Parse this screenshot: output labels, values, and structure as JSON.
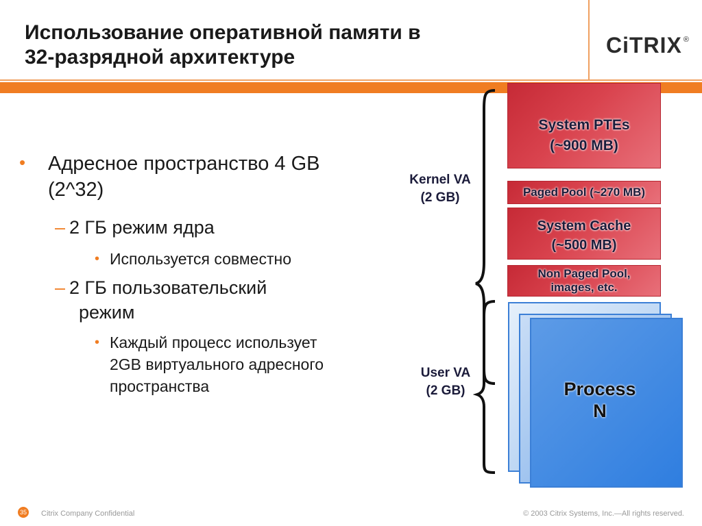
{
  "title": {
    "line1": "Использование оперативной памяти в",
    "line2": "32-разрядной архитектуре"
  },
  "logo": {
    "text": "CiTRIX",
    "mark": "®"
  },
  "bullets": {
    "main_line1": "Адресное пространство 4 GB",
    "main_line2": "(2^32)",
    "kernel_mode": "2 ГБ режим ядра",
    "kernel_sub": "Используется совместно",
    "user_mode_line1": "2 ГБ пользовательский",
    "user_mode_line2": "режим",
    "user_sub_line1": "Каждый процесс использует",
    "user_sub_line2": "2GB виртуального адресного",
    "user_sub_line3": "пространства"
  },
  "diagram": {
    "kernel_label_line1": "Kernel VA",
    "kernel_label_line2": "(2 GB)",
    "user_label_line1": "User VA",
    "user_label_line2": "(2 GB)",
    "system_ptes_line1": "System PTEs",
    "system_ptes_line2": "(~900 MB)",
    "paged_pool": "Paged Pool (~270 MB)",
    "system_cache_line1": "System Cache",
    "system_cache_line2": "(~500 MB)",
    "nonpaged_line1": "Non Paged Pool,",
    "nonpaged_line2": "images, etc.",
    "process_line1": "Process",
    "process_line2": "N"
  },
  "footer": {
    "page": "35",
    "left": "Citrix Company Confidential",
    "right": "© 2003 Citrix Systems, Inc.—All rights reserved."
  },
  "colors": {
    "accent": "#f07d22",
    "kernel_red": "#d9434e",
    "user_blue": "#3b7fd6"
  }
}
